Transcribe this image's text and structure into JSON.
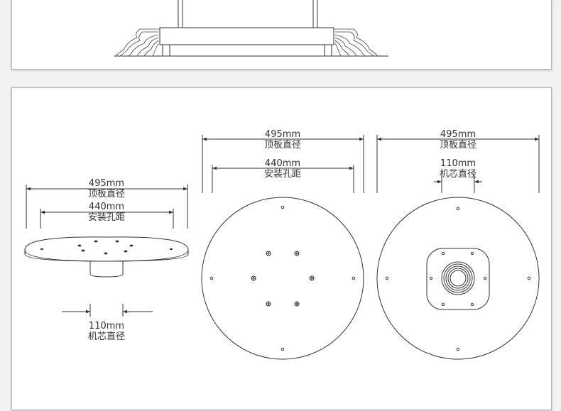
{
  "labels": {
    "top_plate_diameter_value": "495mm",
    "top_plate_diameter_text": "顶板直径",
    "mount_hole_distance_value": "440mm",
    "mount_hole_distance_text": "安装孔距",
    "core_diameter_value": "110mm",
    "core_diameter_text": "机芯直径"
  },
  "colors": {
    "line": "#333333",
    "panel_border": "#b3b3b3",
    "background": "#f2f2f2"
  }
}
